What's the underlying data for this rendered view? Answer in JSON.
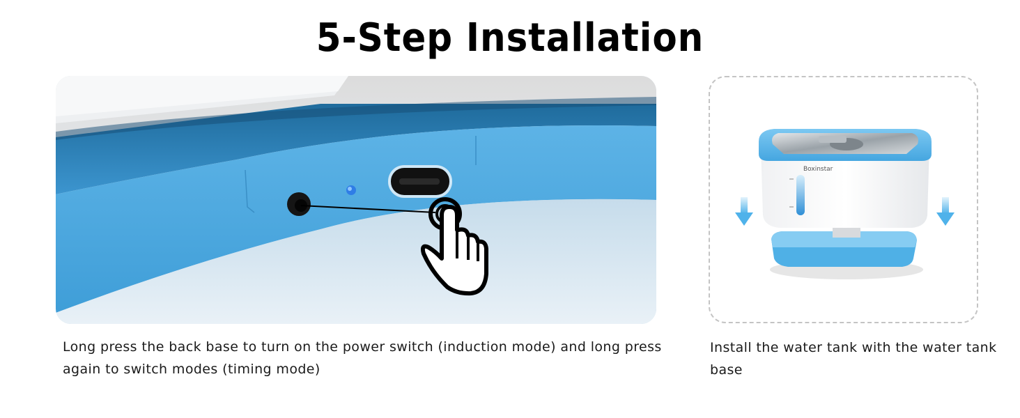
{
  "title": "5-Step Installation",
  "steps": [
    {
      "caption": "Long press the back base to turn on the power switch (induction mode) and long press again to switch modes (timing mode)"
    },
    {
      "caption": "Install the water tank with the water tank base",
      "brand_text": "Boxinstar"
    }
  ],
  "colors": {
    "device_blue": "#4aa9e0",
    "arrow_blue": "#5ab8ea",
    "indicator_blue": "#2f7de6"
  }
}
